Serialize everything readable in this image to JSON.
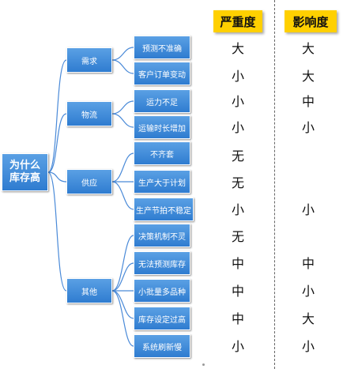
{
  "root": {
    "line1": "为什么",
    "line2": "库存高"
  },
  "headers": {
    "severity": "严重度",
    "impact": "影响度"
  },
  "categories": [
    "需求",
    "物流",
    "供应",
    "其他"
  ],
  "causes": [
    {
      "label": "预测不准确",
      "severity": "大",
      "impact": "大"
    },
    {
      "label": "客户订单变动",
      "severity": "小",
      "impact": "大"
    },
    {
      "label": "运力不足",
      "severity": "小",
      "impact": "中"
    },
    {
      "label": "运输时长增加",
      "severity": "小",
      "impact": "小"
    },
    {
      "label": "不齐套",
      "severity": "无",
      "impact": ""
    },
    {
      "label": "生产大于计划",
      "severity": "无",
      "impact": ""
    },
    {
      "label": "生产节拍不稳定",
      "severity": "小",
      "impact": "小"
    },
    {
      "label": "决策机制不灵",
      "severity": "无",
      "impact": ""
    },
    {
      "label": "无法预测库存",
      "severity": "中",
      "impact": "中"
    },
    {
      "label": "小批量多品种",
      "severity": "中",
      "impact": "小"
    },
    {
      "label": "库存设定过高",
      "severity": "中",
      "impact": "大"
    },
    {
      "label": "系统刷新慢",
      "severity": "小",
      "impact": "小"
    }
  ]
}
